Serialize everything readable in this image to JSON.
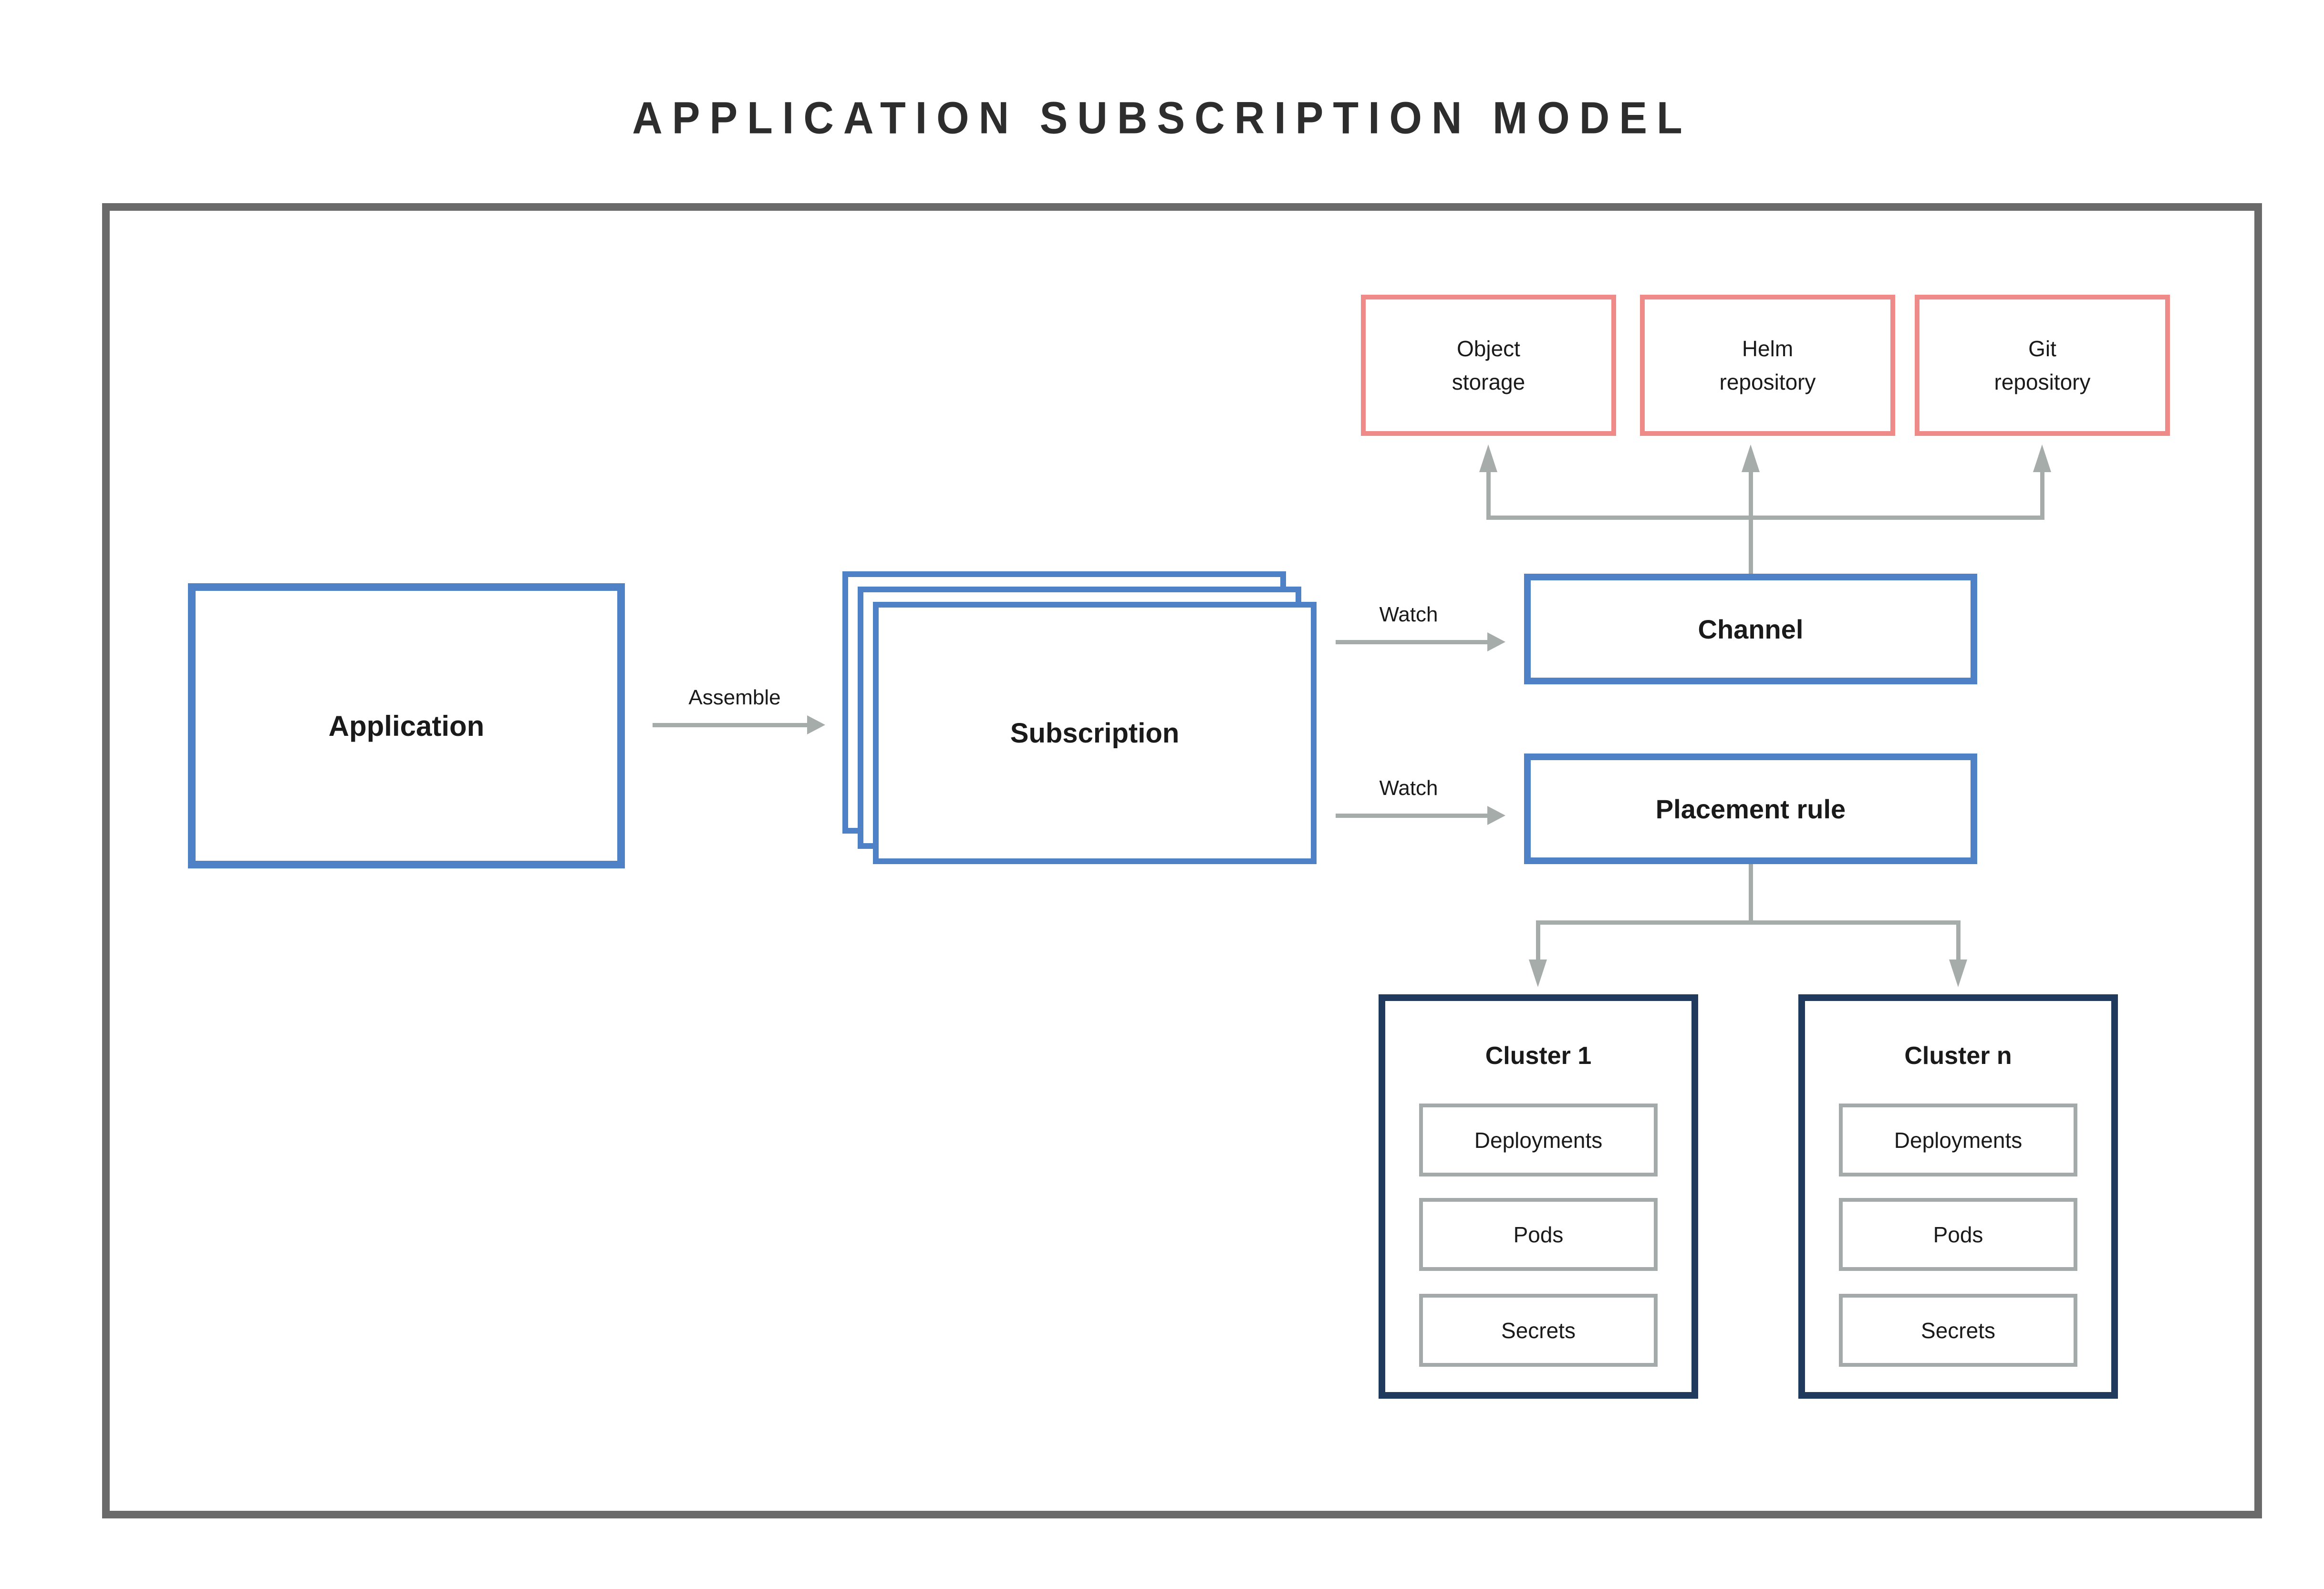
{
  "title": "APPLICATION SUBSCRIPTION MODEL",
  "colors": {
    "blue": "#4f81c7",
    "salmon": "#ee8a87",
    "navy": "#1f3a5c",
    "connector": "#a6acaa",
    "frame": "#6a6a6a",
    "inner_border": "#a4aaaa",
    "text": "#1a1a1a",
    "title": "#2d2d2d"
  },
  "nodes": {
    "application": {
      "label": "Application"
    },
    "subscription": {
      "label": "Subscription"
    },
    "channel": {
      "label": "Channel"
    },
    "placement_rule": {
      "label": "Placement rule"
    }
  },
  "repositories": [
    {
      "name": "object-storage",
      "lines": [
        "Object",
        "storage"
      ]
    },
    {
      "name": "helm-repository",
      "lines": [
        "Helm",
        "repository"
      ]
    },
    {
      "name": "git-repository",
      "lines": [
        "Git",
        "repository"
      ]
    }
  ],
  "edges": {
    "assemble": "Assemble",
    "watch_channel": "Watch",
    "watch_placement": "Watch"
  },
  "clusters": [
    {
      "title": "Cluster 1",
      "items": [
        "Deployments",
        "Pods",
        "Secrets"
      ]
    },
    {
      "title": "Cluster n",
      "items": [
        "Deployments",
        "Pods",
        "Secrets"
      ]
    }
  ]
}
